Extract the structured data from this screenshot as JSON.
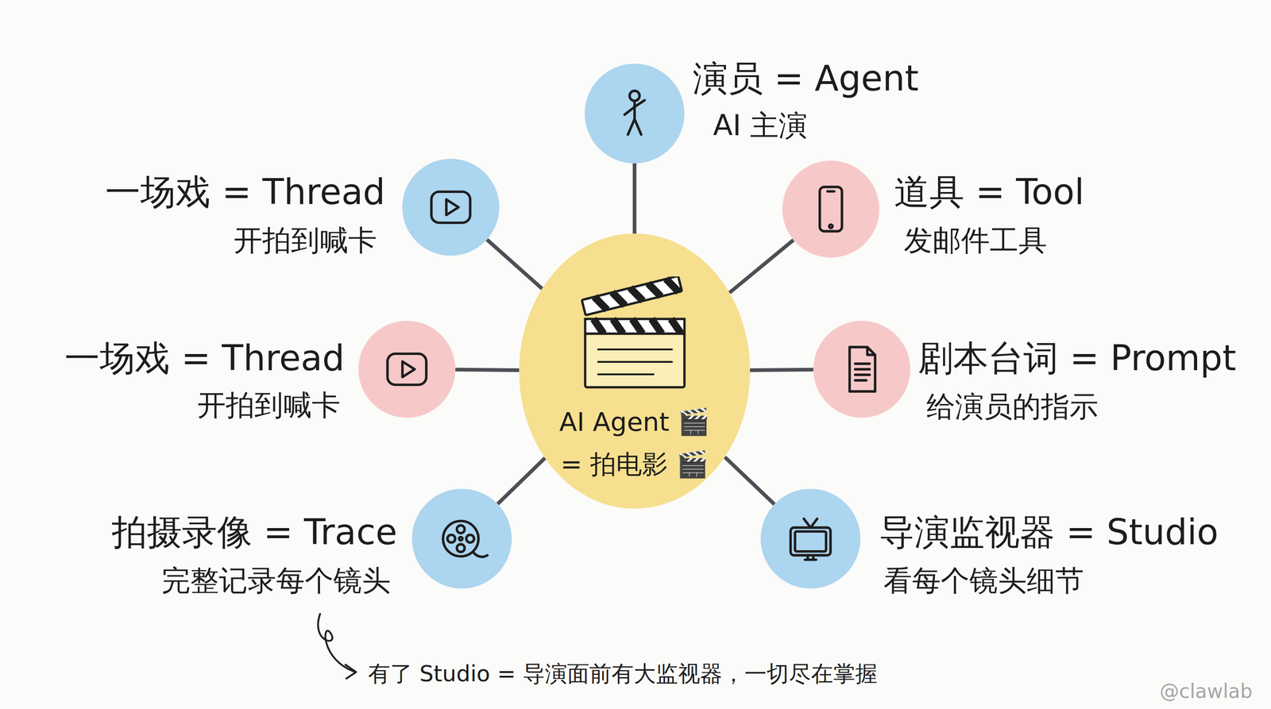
{
  "diagram": {
    "nodes": [
      {
        "text": [
          "AI Agent 🎬 = 拍电影 🎬"
        ]
      },
      {
        "text": [
          "演员 = Agent",
          "AI 主演"
        ]
      },
      {
        "text": [
          "一场戏 = Thread",
          "开拍到喊卡"
        ]
      },
      {
        "text": [
          "道具 = Tool",
          "发邮件工具"
        ]
      },
      {
        "text": [
          "一场戏 = Thread",
          "开拍到喊卡"
        ]
      },
      {
        "text": [
          "剧本台词 = Prompt",
          "给演员的指示"
        ]
      },
      {
        "text": [
          "拍摄录像 = Trace",
          "完整记录每个镜头"
        ]
      },
      {
        "text": [
          "导演监视器 = Studio",
          "看每个镜头细节"
        ]
      }
    ],
    "edges": [
      {
        "from": 0,
        "to": 1,
        "arrow": "none"
      },
      {
        "from": 0,
        "to": 2,
        "arrow": "none"
      },
      {
        "from": 0,
        "to": 3,
        "arrow": "none"
      },
      {
        "from": 0,
        "to": 4,
        "arrow": "none"
      },
      {
        "from": 0,
        "to": 5,
        "arrow": "none"
      },
      {
        "from": 0,
        "to": 6,
        "arrow": "none"
      },
      {
        "from": 0,
        "to": 7,
        "arrow": "none"
      }
    ],
    "labels": [
      "有了 Studio = 导演面前有大监视器，一切尽在掌握",
      "@clawlab"
    ]
  }
}
